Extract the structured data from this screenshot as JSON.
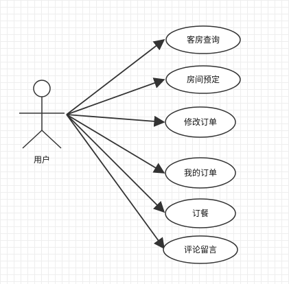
{
  "diagram": {
    "actor": {
      "label": "用户",
      "icon": "stick-figure-actor-icon"
    },
    "use_cases": [
      {
        "label": "客房查询"
      },
      {
        "label": "房间预定"
      },
      {
        "label": "修改订单"
      },
      {
        "label": "我的订单"
      },
      {
        "label": "订餐"
      },
      {
        "label": "评论留言"
      }
    ],
    "colors": {
      "stroke": "#333333",
      "text": "#111111",
      "grid": "#eeeeee",
      "background": "#ffffff"
    }
  }
}
